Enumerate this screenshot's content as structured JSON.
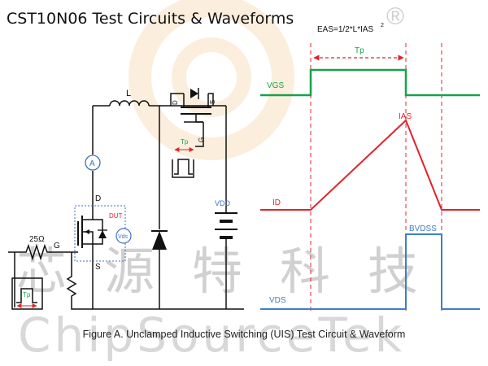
{
  "title": "CST10N06 Test Circuits & Waveforms",
  "formula": "EAS=1/2*L*IAS",
  "formula_superscript": "2",
  "caption": "Figure A. Unclamped Inductive Switching (UIS) Test Circuit & Waveform",
  "watermark": {
    "registered_mark": "®",
    "chinese": "芯源特科技",
    "latin": "ChipSourceTek"
  },
  "circuit": {
    "inductor": "L",
    "resistor": "25Ω",
    "gate": "G",
    "drain": "D",
    "source": "S",
    "dut": "DUT",
    "ammeter": "A",
    "voltmeter": "Vds",
    "supply": "VDD",
    "clamp_d": "D",
    "clamp_s": "S",
    "clamp_g": "G",
    "clamp_tp": "Tp",
    "input_tp": "Tp"
  },
  "waveforms": {
    "tp": "Tp",
    "vgs": "VGS",
    "ias": "IAS",
    "id": "ID",
    "bvdss": "BVDSS",
    "vds": "VDS"
  },
  "colors": {
    "vgs": "#16a34a",
    "id": "#e0242b",
    "vds": "#3f7fc4",
    "marker": "#e0242b",
    "dut_box": "#3d6fbf",
    "circuit": "#111111"
  }
}
